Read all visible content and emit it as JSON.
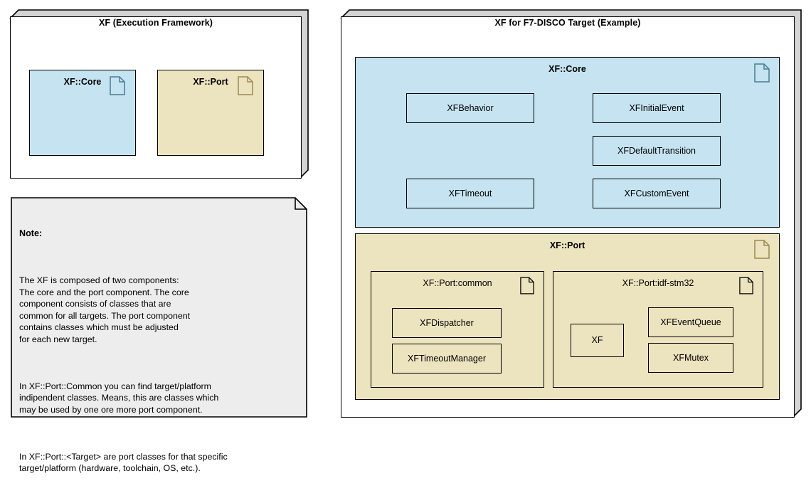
{
  "colors": {
    "core_fill": "#c5e3f0",
    "port_fill": "#ece3bf",
    "note_fill": "#ededed",
    "bevel_fill": "#d4d4d4",
    "outline": "#000000",
    "core_icon_line": "#4a7d93",
    "port_icon_line": "#9b8a52",
    "page_bg": "#ffffff"
  },
  "left_panel": {
    "title": "XF (Execution Framework)",
    "components": [
      {
        "label": "XF::Core",
        "icon": "document-icon"
      },
      {
        "label": "XF::Port",
        "icon": "document-icon"
      }
    ]
  },
  "note": {
    "heading": "Note:",
    "paragraphs": [
      "The XF is composed of two components:\nThe core and the port component. The core\ncomponent consists of classes that are\ncommon for all targets. The port component\ncontains classes which must be adjusted\nfor each new target.",
      "In XF::Port::Common you can find target/platform\nindipendent classes. Means, this are classes which\nmay be used by one ore more port component.",
      "In XF::Port::<Target> are port classes for that specific\ntarget/platform (hardware, toolchain, OS, etc.)."
    ]
  },
  "right_panel": {
    "title": "XF for F7-DISCO Target (Example)",
    "core": {
      "label": "XF::Core",
      "icon": "document-icon",
      "classes": [
        {
          "label": "XFBehavior"
        },
        {
          "label": "XFInitialEvent"
        },
        {
          "label": "XFDefaultTransition"
        },
        {
          "label": "XFTimeout"
        },
        {
          "label": "XFCustomEvent"
        }
      ]
    },
    "port": {
      "label": "XF::Port",
      "icon": "document-icon",
      "subcomponents": [
        {
          "label": "XF::Port:common",
          "icon": "document-icon",
          "classes": [
            {
              "label": "XFDispatcher"
            },
            {
              "label": "XFTimeoutManager"
            }
          ]
        },
        {
          "label": "XF::Port:idf-stm32",
          "icon": "document-icon",
          "classes": [
            {
              "label": "XF"
            },
            {
              "label": "XFEventQueue"
            },
            {
              "label": "XFMutex"
            }
          ]
        }
      ]
    }
  }
}
